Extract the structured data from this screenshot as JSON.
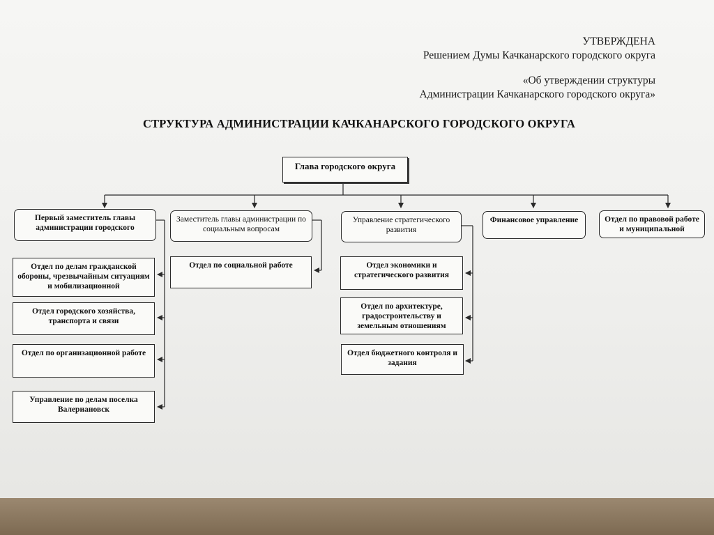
{
  "approval": {
    "line1": "УТВЕРЖДЕНА",
    "line2": "Решением Думы Качканарского городского округа",
    "line3": "«Об утверждении структуры",
    "line4": "Администрации Качканарского городского округа»"
  },
  "title": "СТРУКТУРА АДМИНИСТРАЦИИ КАЧКАНАРСКОГО ГОРОДСКОГО ОКРУГА",
  "head": "Глава городского округа",
  "top_units": {
    "first_deputy": "Первый заместитель главы администрации городского",
    "social_deputy": "Заместитель главы администрации по социальным вопросам",
    "strategy": "Управление стратегического развития",
    "finance": "Финансовое управление",
    "legal": "Отдел по правовой работе и муниципальной"
  },
  "first_deputy_units": [
    "Отдел по делам гражданской обороны, чрезвычайным ситуациям и мобилизационной",
    "Отдел городского хозяйства, транспорта и связи",
    "Отдел по организационной работе",
    "Управление по делам поселка Валериановск"
  ],
  "social_units": [
    "Отдел по социальной работе"
  ],
  "strategy_units": [
    "Отдел экономики и стратегического развития",
    "Отдел по архитектуре, градостроительству и земельным отношениям",
    "Отдел бюджетного контроля и задания"
  ],
  "colors": {
    "paper": "#f3f3f1",
    "ink": "#2a2a2a",
    "table": "#8c7a63"
  }
}
